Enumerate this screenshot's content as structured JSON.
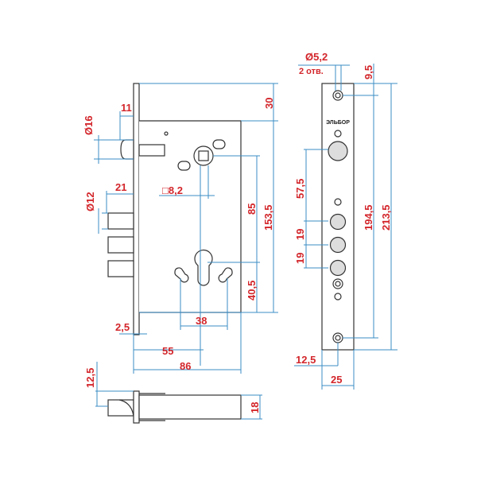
{
  "drawing": {
    "front_view": {
      "dimensions": {
        "top_offset": "30",
        "latch_diameter": "Ø16",
        "latch_projection": "11",
        "bolt_diameter": "Ø12",
        "bolt_projection": "21",
        "spindle_square": "□8,2",
        "spindle_to_cylinder": "85",
        "spindle_to_bottom": "153,5",
        "cylinder_to_bottom": "40,5",
        "screw_spacing": "38",
        "faceplate_thickness": "2,5",
        "backset": "55",
        "case_depth": "86"
      }
    },
    "faceplate_view": {
      "logo": "ЭЛЬБОР",
      "dimensions": {
        "hole_diameter": "Ø5,2",
        "hole_count": "2 отв.",
        "hole_offset": "9,5",
        "latch_to_bolt": "57,5",
        "bolt_spacing_1": "19",
        "bolt_spacing_2": "19",
        "hole_spacing": "194,5",
        "plate_length": "213,5",
        "half_width": "12,5",
        "plate_width": "25"
      }
    },
    "bottom_view": {
      "dimensions": {
        "latch_offset": "12,5",
        "case_thickness": "18"
      }
    }
  }
}
